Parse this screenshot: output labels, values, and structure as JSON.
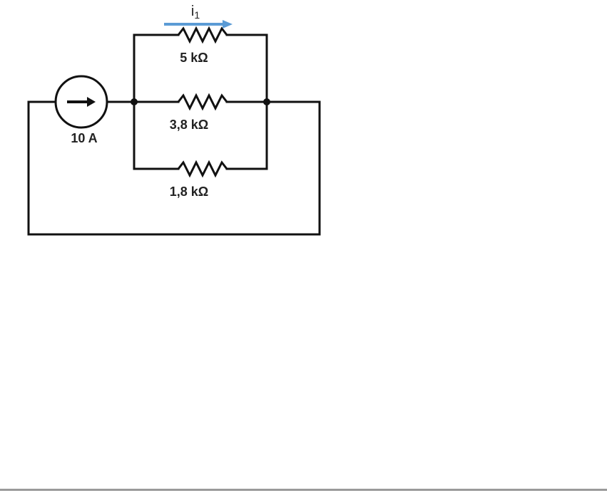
{
  "current_source": {
    "label": "10 A",
    "icon": "right-arrow-icon"
  },
  "resistors": [
    {
      "label": "5 kΩ"
    },
    {
      "label": "3,8 kΩ"
    },
    {
      "label": "1,8 kΩ"
    }
  ],
  "current_indicator": {
    "symbol": "i",
    "subscript": "1",
    "color": "#5b9bd5"
  }
}
